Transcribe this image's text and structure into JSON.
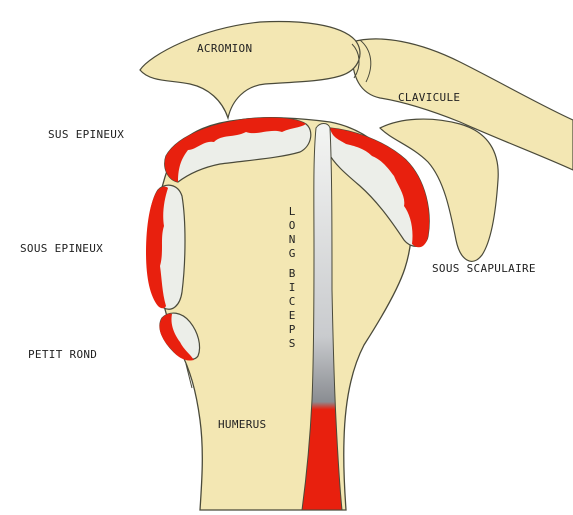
{
  "labels": {
    "acromion": "ACROMION",
    "clavicule": "CLAVICULE",
    "sus_epineux": "SUS EPINEUX",
    "sous_epineux": "SOUS EPINEUX",
    "petit_rond": "PETIT ROND",
    "sous_scapulaire": "SOUS SCAPULAIRE",
    "humerus": "HUMERUS",
    "long_biceps": "LONG BICEPS"
  },
  "colors": {
    "bone": "#f3e7b3",
    "bone_outline": "#4a4a3a",
    "tendon": "#eceee9",
    "muscle_red": "#e8200e",
    "biceps_shade": "#c7c9cc"
  }
}
